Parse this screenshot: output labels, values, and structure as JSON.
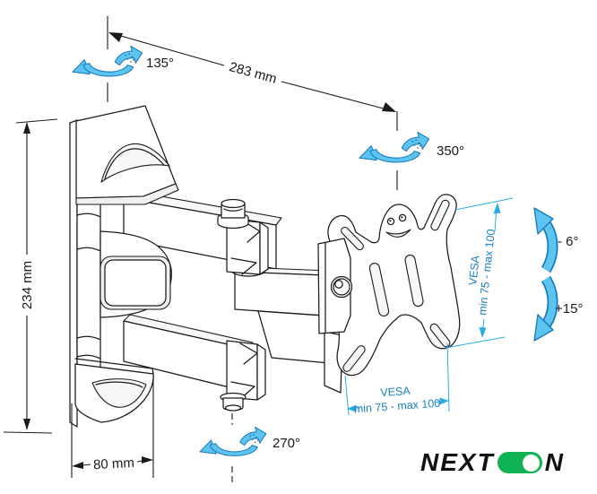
{
  "figure": {
    "type": "technical-diagram",
    "subject": "swivel-tv-wall-mount-arm"
  },
  "dimensions": {
    "span": "283 mm",
    "height": "234 mm",
    "base_width": "80 mm"
  },
  "rotation": {
    "wall_swivel": "135°",
    "mid_swivel": "350°",
    "plate_swivel": "270°",
    "tilt_up": "- 6°",
    "tilt_down": "+15°"
  },
  "vesa": {
    "side_label_line1": "VESA",
    "side_label_line2": "min 75 - max 100",
    "bottom_label_line1": "VESA",
    "bottom_label_line2": "min 75 - max 100"
  },
  "logo": {
    "prefix": "NEXT",
    "suffix": "N"
  },
  "colors": {
    "line_black": "#1a1a1a",
    "arrow_blue": "#5bc4f0",
    "arrow_outline": "#1878b8",
    "dim_cyan": "#29abe2",
    "vesa_text_blue": "#1c7fc4",
    "logo_green": "#10b254"
  }
}
